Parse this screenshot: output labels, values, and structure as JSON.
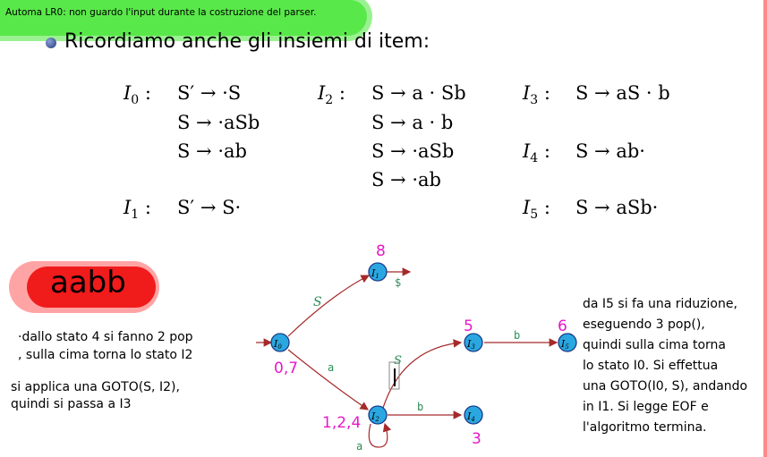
{
  "slide": {
    "top_title": "Automa LR0: non guardo l'input durante la costruzione del parser.",
    "bullet_text": "Ricordiamo anche gli insiemi di item:",
    "word": "aabb"
  },
  "item_sets": {
    "I0": {
      "label": "I0",
      "items": [
        "S′ → ·S",
        "S → ·aSb",
        "S → ·ab"
      ]
    },
    "I1": {
      "label": "I1",
      "items": [
        "S′ → S·"
      ]
    },
    "I2": {
      "label": "I2",
      "items": [
        "S → a · Sb",
        "S → a · b",
        "S → ·aSb",
        "S → ·ab"
      ]
    },
    "I3": {
      "label": "I3",
      "items": [
        "S → aS · b"
      ]
    },
    "I4": {
      "label": "I4",
      "items": [
        "S → ab·"
      ]
    },
    "I5": {
      "label": "I5",
      "items": [
        "S → aSb·"
      ]
    }
  },
  "automaton": {
    "nodes": [
      "I0",
      "I1",
      "I2",
      "I3",
      "I4",
      "I5"
    ],
    "edge_labels": {
      "i0_i1": "S",
      "i1_accept": "$",
      "i0_i2": "a",
      "i2_i3": "S",
      "i3_i5": "b",
      "i2_i4": "b",
      "i2_loop": "a"
    },
    "step_annotations": {
      "i0": "0,7",
      "i1": "8",
      "i2": "1,2,4",
      "i3": "5",
      "i4": "3",
      "i5": "6"
    }
  },
  "notes": {
    "left_line1": "·dallo stato 4 si fanno 2 pop",
    "left_line2": " , sulla cima torna lo stato I2",
    "left_line3": "si applica una GOTO(S, I2),",
    "left_line4": "quindi si passa a I3",
    "right_lines": [
      "da I5 si fa una riduzione,",
      "eseguendo 3 pop(),",
      "quindi sulla cima torna",
      "lo stato I0. Si effettua",
      "una GOTO(I0, S), andando",
      "in I1. Si legge EOF e",
      "l'algoritmo termina."
    ]
  },
  "colors": {
    "highlight_green": "#59e84a",
    "node_fill": "#2aa7e0",
    "edge_color": "#a52a2a",
    "label_green": "#2e8b57",
    "annotation_magenta": "#e619c8",
    "red_marker": "#f01b1b"
  }
}
